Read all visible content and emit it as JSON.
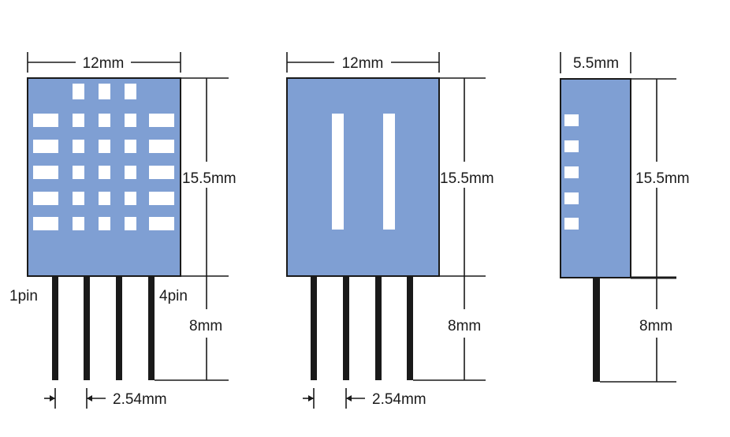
{
  "views": {
    "front": {
      "width_label": "12mm",
      "height_label": "15.5mm",
      "pin_length_label": "8mm",
      "pin1_label": "1pin",
      "pin4_label": "4pin",
      "pitch_label": "2.54mm"
    },
    "back": {
      "width_label": "12mm",
      "height_label": "15.5mm",
      "pin_length_label": "8mm",
      "pitch_label": "2.54mm"
    },
    "side": {
      "width_label": "5.5mm",
      "height_label": "15.5mm",
      "pin_length_label": "8mm"
    }
  },
  "colors": {
    "sensor_body": "#7f9fd3",
    "lines": "#1a1a1a",
    "background": "#ffffff"
  }
}
